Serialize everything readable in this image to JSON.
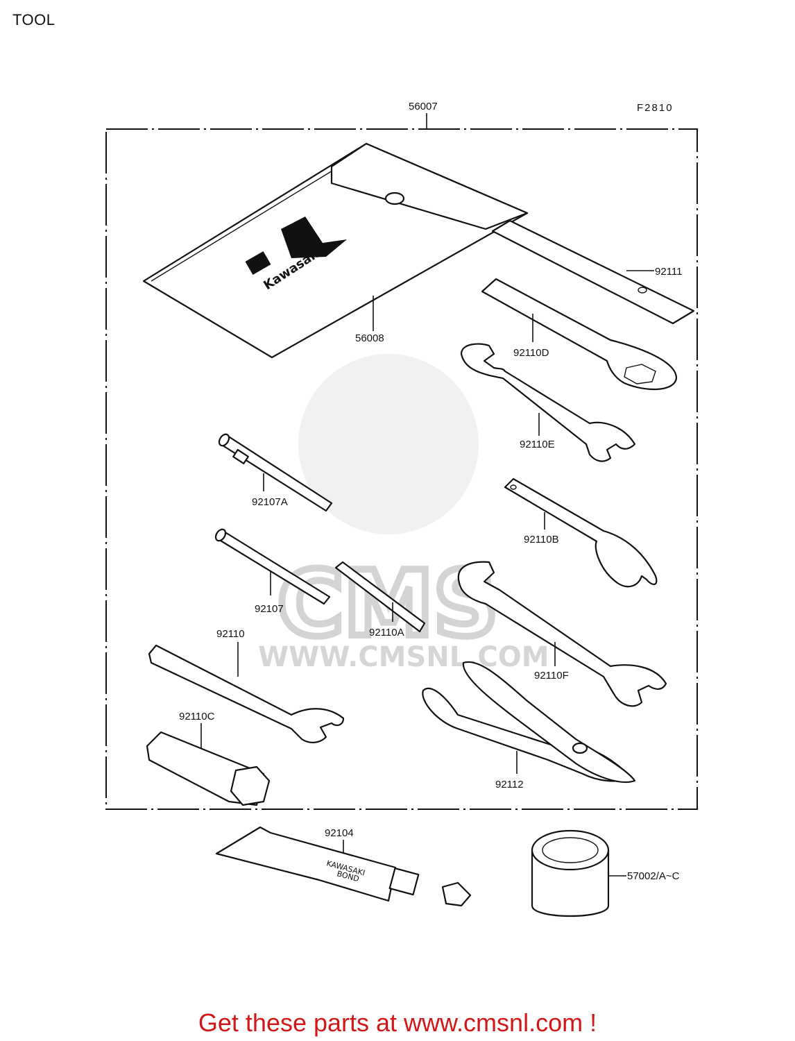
{
  "page_title": "TOOL",
  "figure_code": "F2810",
  "parts": {
    "kit_case": "56007",
    "tool_bag": "56008",
    "bag_logo": "Kawasaki",
    "wrench_92111": "92111",
    "wrench_92110D": "92110D",
    "wrench_92110E": "92110E",
    "screwdriver_92107A": "92107A",
    "hook_wrench_92110B": "92110B",
    "screwdriver_92107": "92107",
    "gauge_92110A": "92110A",
    "wrench_92110": "92110",
    "wrench_92110F": "92110F",
    "plug_wrench_92110C": "92110C",
    "pliers_92112": "92112",
    "bond_tube_92104": "92104",
    "tube_print": [
      "KAWASAKI",
      "BOND"
    ],
    "can_57002": "57002/A~C"
  },
  "watermark": {
    "logo_text": "CMS",
    "url_text": "WWW.CMSNL.COM"
  },
  "footer_text": "Get these parts at www.cmsnl.com !",
  "colors": {
    "line": "#111111",
    "watermark": "#d6d6d6",
    "footer": "#d01818",
    "background": "#ffffff"
  }
}
